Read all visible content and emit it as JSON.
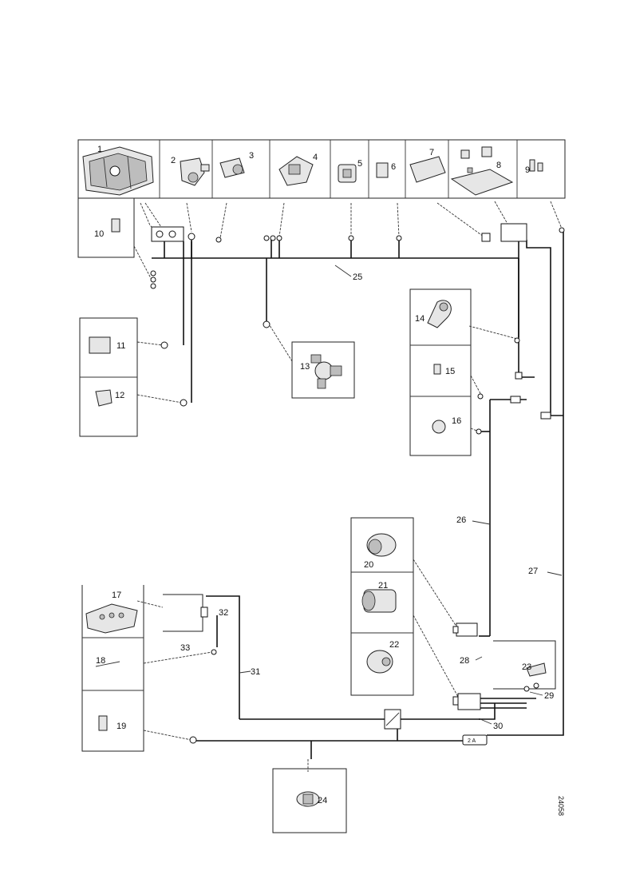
{
  "components": [
    {
      "id": "c1",
      "label": "1"
    },
    {
      "id": "c2",
      "label": "2"
    },
    {
      "id": "c3",
      "label": "3"
    },
    {
      "id": "c4",
      "label": "4"
    },
    {
      "id": "c5",
      "label": "5"
    },
    {
      "id": "c6",
      "label": "6"
    },
    {
      "id": "c7",
      "label": "7"
    },
    {
      "id": "c8",
      "label": "8"
    },
    {
      "id": "c9",
      "label": "9"
    },
    {
      "id": "c10",
      "label": "10"
    },
    {
      "id": "c11",
      "label": "11"
    },
    {
      "id": "c12",
      "label": "12"
    },
    {
      "id": "c13",
      "label": "13"
    },
    {
      "id": "c14",
      "label": "14"
    },
    {
      "id": "c15",
      "label": "15"
    },
    {
      "id": "c16",
      "label": "16"
    },
    {
      "id": "c17",
      "label": "17"
    },
    {
      "id": "c18",
      "label": "18"
    },
    {
      "id": "c19",
      "label": "19"
    },
    {
      "id": "c20",
      "label": "20"
    },
    {
      "id": "c21",
      "label": "21"
    },
    {
      "id": "c22",
      "label": "22"
    },
    {
      "id": "c23",
      "label": "23"
    },
    {
      "id": "c24",
      "label": "24"
    }
  ],
  "harness_labels": {
    "h25a": "25",
    "h25b": "26",
    "h27": "27",
    "h28": "28",
    "h29": "29",
    "h30": "30",
    "h31": "31",
    "h32": "32",
    "h33": "33"
  },
  "fuse_label": "2 A",
  "figure_code": "24058"
}
